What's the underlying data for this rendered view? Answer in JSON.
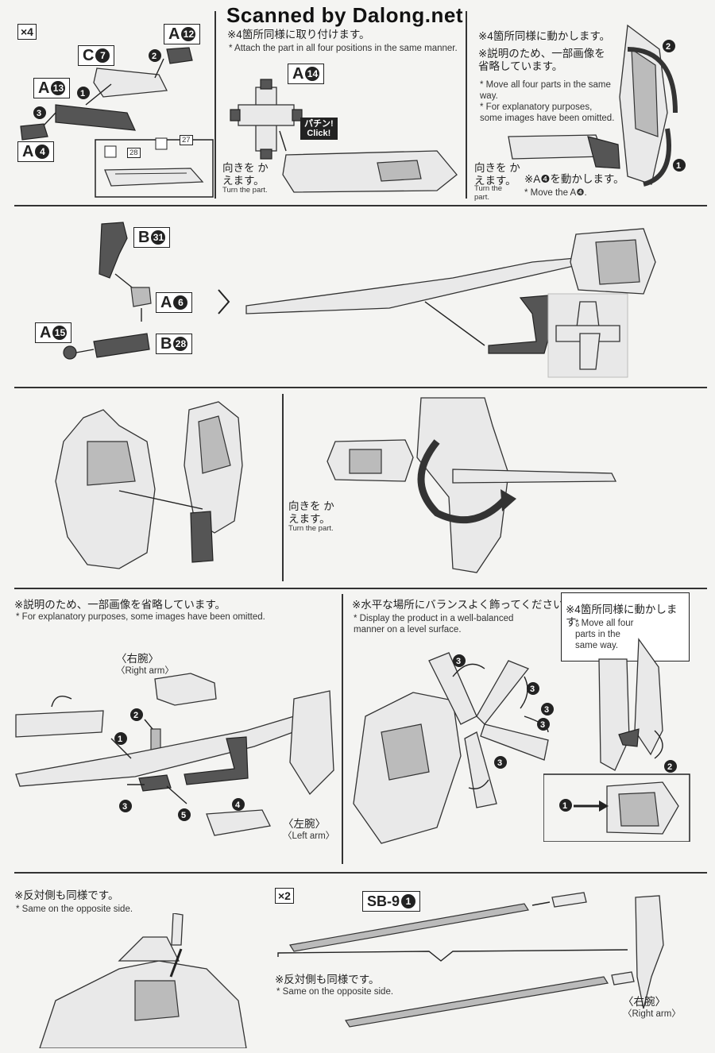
{
  "watermark": "Scanned by Dalong.net",
  "section1": {
    "multiplier": "×4",
    "labels": {
      "c7": "C",
      "c7n": "7",
      "a12": "A",
      "a12n": "12",
      "a13": "A",
      "a13n": "13",
      "a4": "A",
      "a4n": "4",
      "a14": "A",
      "a14n": "14"
    },
    "small_nums": {
      "n28": "28",
      "n27": "27"
    },
    "attach_jp": "※4箇所同様に取り付けます。",
    "attach_en": "* Attach the part in all four positions in the same manner.",
    "click_jp": "パチン!",
    "click_en": "Click!",
    "turn_jp": "向きを かえます。",
    "turn_en": "Turn the part.",
    "move_jp": "※4箇所同様に動かします。",
    "omit_jp": "※説明のため、一部画像を 省略しています。",
    "move_en": "* Move all four parts in the same way.",
    "omit_en": "* For explanatory purposes, some images have been omitted.",
    "turn2_jp": "向きを かえます。",
    "turn2_en": "Turn the part.",
    "movea4_jp": "※A❹を動かします。",
    "movea4_en": "* Move the A❹."
  },
  "section2": {
    "labels": {
      "b31": "B",
      "b31n": "31",
      "a6": "A",
      "a6n": "6",
      "a15": "A",
      "a15n": "15",
      "b28": "B",
      "b28n": "28"
    }
  },
  "section3": {
    "turn_jp": "向きを かえます。",
    "turn_en": "Turn the part."
  },
  "section4": {
    "omit_jp": "※説明のため、一部画像を省略しています。",
    "omit_en": "* For explanatory purposes, some images have been omitted.",
    "right_arm_jp": "〈右腕〉",
    "right_arm_en": "〈Right arm〉",
    "left_arm_jp": "〈左腕〉",
    "left_arm_en": "〈Left arm〉",
    "display_jp": "※水平な場所にバランスよく飾ってください。",
    "display_en": "* Display the product in a well-balanced manner on a level surface.",
    "move_jp": "※4箇所同様に動かします。",
    "move_en": "* Move all four parts in the same way."
  },
  "section5": {
    "opposite_jp": "※反対側も同様です。",
    "opposite_en": "* Same on the opposite side.",
    "multiplier": "×2",
    "sb9": "SB-9",
    "sb9n": "1",
    "opposite2_jp": "※反対側も同様です。",
    "opposite2_en": "* Same on the opposite side.",
    "right_arm_jp": "〈右腕〉",
    "right_arm_en": "〈Right arm〉"
  }
}
